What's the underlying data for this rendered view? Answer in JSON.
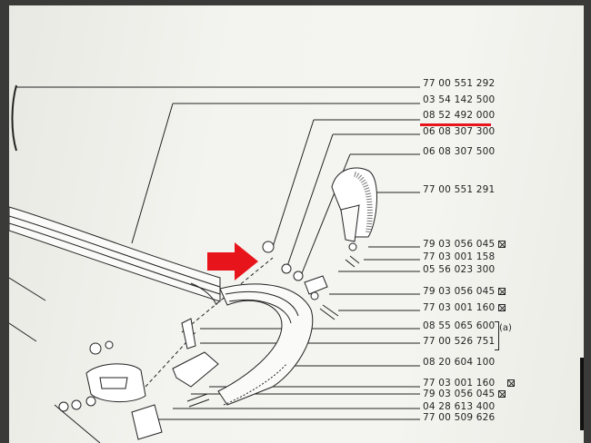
{
  "part_numbers": [
    {
      "text": "77 00 551 292",
      "mark": false
    },
    {
      "text": "03 54 142 500",
      "mark": false
    },
    {
      "text": "08 52 492 000",
      "mark": false,
      "highlighted": true
    },
    {
      "text": "06 08 307 300",
      "mark": false
    },
    {
      "text": "06 08 307 500",
      "mark": false
    },
    {
      "text": "77 00 551 291",
      "mark": false
    },
    {
      "text": "79 03 056 045",
      "mark": true
    },
    {
      "text": "77 03 001 158",
      "mark": false
    },
    {
      "text": "05 56 023 300",
      "mark": false
    },
    {
      "text": "79 03 056 045",
      "mark": true
    },
    {
      "text": "77 03 001 160",
      "mark": true
    },
    {
      "text": "08 55 065 600",
      "mark": false
    },
    {
      "text": "77 00 526 751",
      "mark": false
    },
    {
      "text": "08 20 604 100",
      "mark": false
    },
    {
      "text": "77 03 001 160",
      "mark": true
    },
    {
      "text": "79 03 056 045",
      "mark": true
    },
    {
      "text": "04 28 613 400",
      "mark": false
    },
    {
      "text": "77 00 509 626",
      "mark": false
    }
  ],
  "group_note": "(a)",
  "colors": {
    "highlight_underline": "#e8141b",
    "arrow": "#e8141b",
    "ink": "#222222",
    "paper": "#f2f2ee",
    "background": "#3a3a38"
  },
  "icons": [
    "cross-box-icon",
    "red-arrow-icon"
  ]
}
